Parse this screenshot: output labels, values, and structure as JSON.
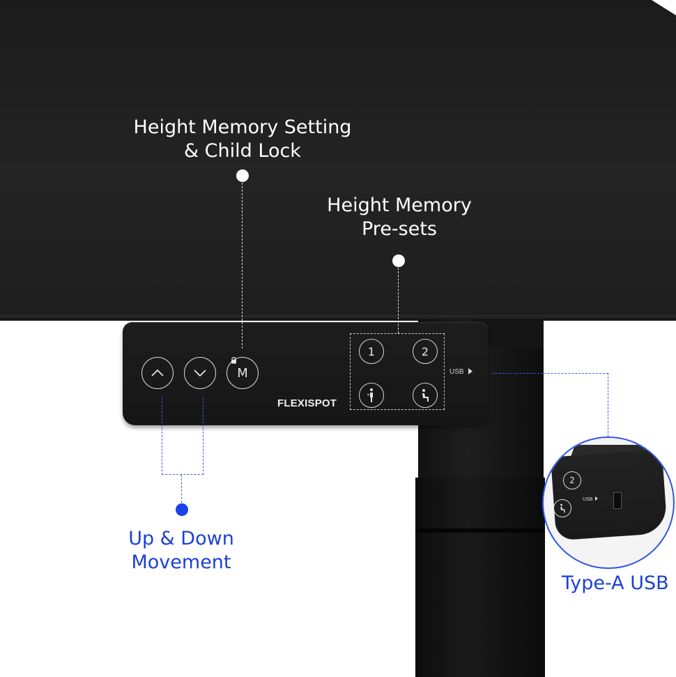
{
  "callouts": {
    "memory_setting": [
      "Height Memory Setting",
      "& Child Lock"
    ],
    "presets": [
      "Height Memory",
      "Pre-sets"
    ],
    "movement": [
      "Up & Down",
      "Movement"
    ],
    "usb": "Type-A USB"
  },
  "panel": {
    "brand": "FLEXISPOT",
    "memory_button_label": "M",
    "preset_1_label": "1",
    "preset_2_label": "2",
    "usb_label": "USB"
  },
  "zoom": {
    "preset_2_label": "2",
    "usb_label": "USB"
  },
  "icons": {
    "up": "chevron-up-icon",
    "down": "chevron-down-icon",
    "lock": "lock-icon",
    "standing": "standing-person-icon",
    "sitting": "sitting-person-icon",
    "usb_arrow": "triangle-right-icon"
  },
  "colors": {
    "desk": "#1e1e1e",
    "panel": "#181818",
    "annotation_white": "#ffffff",
    "annotation_blue": "#1b3fd6",
    "dot_blue": "#1a44e8"
  }
}
